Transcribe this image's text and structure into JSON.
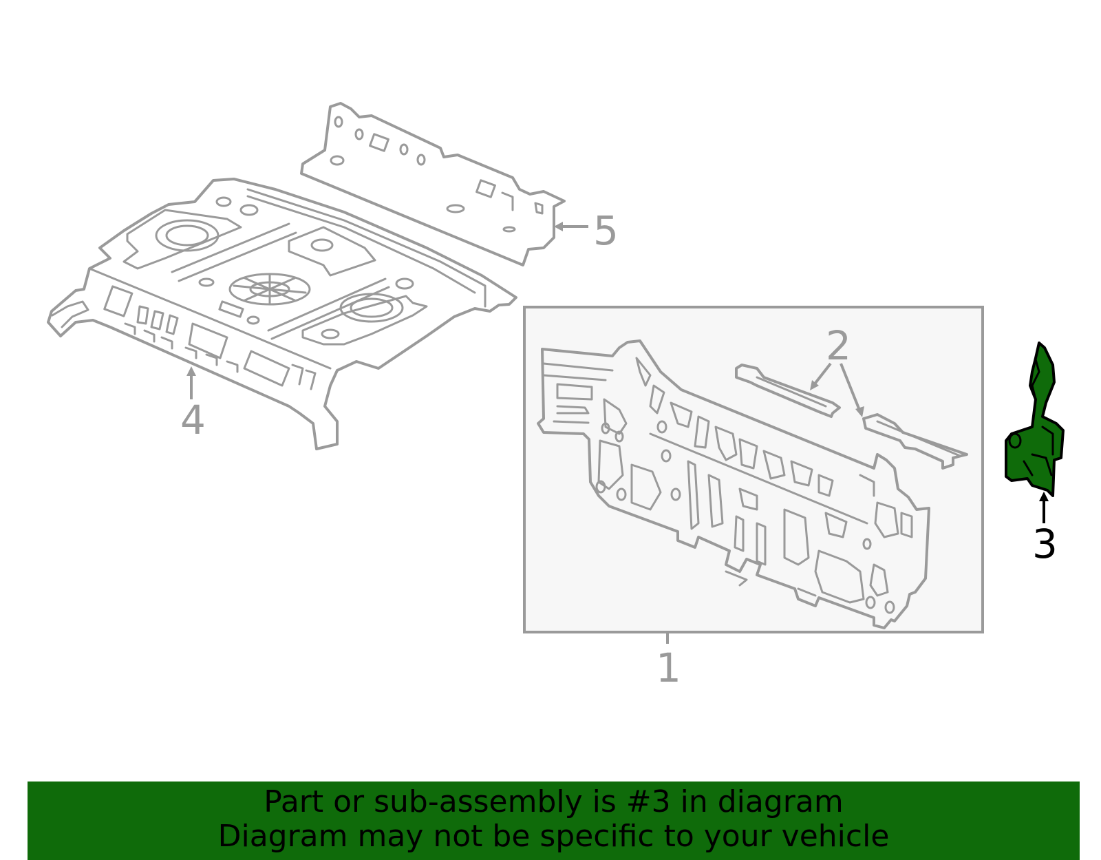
{
  "diagram": {
    "callouts": [
      {
        "id": "1",
        "label": "1",
        "highlighted": false
      },
      {
        "id": "2",
        "label": "2",
        "highlighted": false
      },
      {
        "id": "3",
        "label": "3",
        "highlighted": true
      },
      {
        "id": "4",
        "label": "4",
        "highlighted": false
      },
      {
        "id": "5",
        "label": "5",
        "highlighted": false
      }
    ],
    "colors": {
      "outline": "#9a9a9a",
      "highlight_fill": "#0f6b0a",
      "highlight_stroke": "#000000",
      "box_fill": "#f7f7f7"
    }
  },
  "banner": {
    "line1": "Part or sub-assembly is #3 in diagram",
    "line2": "Diagram may not be specific to your vehicle",
    "color": "#0f6b0a"
  }
}
